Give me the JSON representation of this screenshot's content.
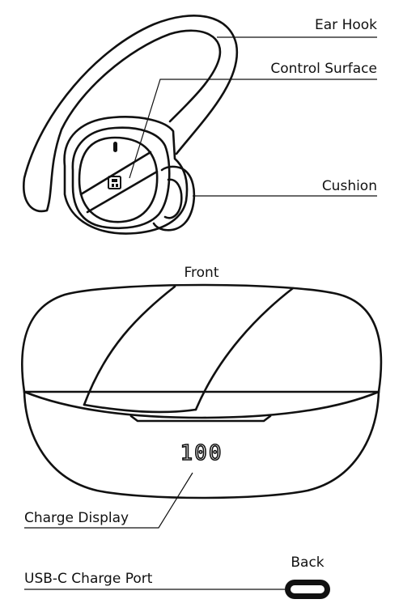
{
  "labels": {
    "ear_hook": "Ear Hook",
    "control_surface": "Control Surface",
    "cushion": "Cushion",
    "front": "Front",
    "charge_display": "Charge Display",
    "back": "Back",
    "usb_c_port": "USB-C Charge Port"
  },
  "display": {
    "charge_value": "100"
  },
  "colors": {
    "line": "#111111",
    "background": "#ffffff"
  }
}
